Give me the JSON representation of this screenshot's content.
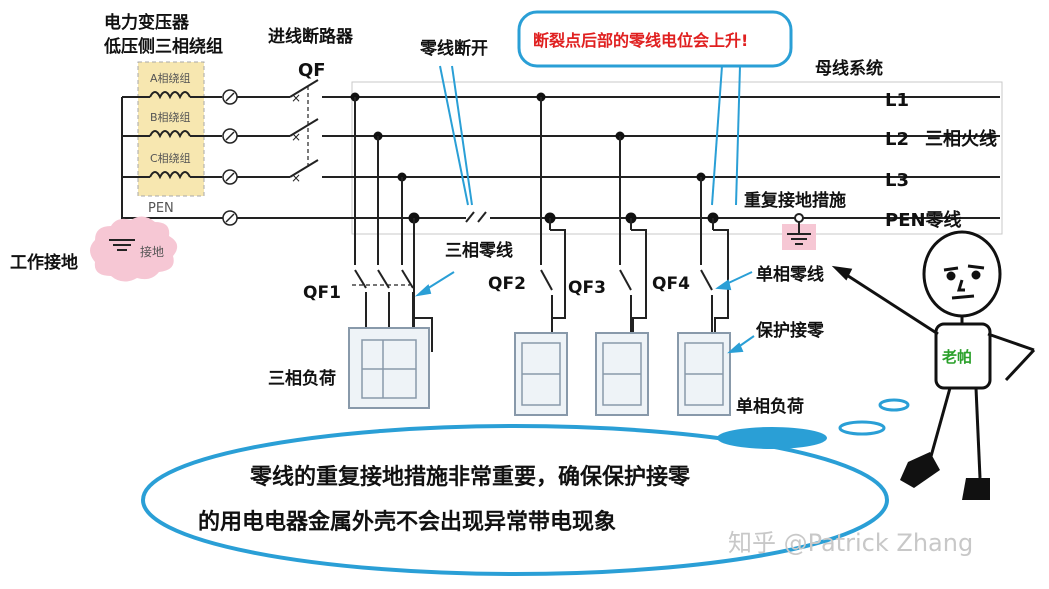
{
  "labels": {
    "transformer_title_1": "电力变压器",
    "transformer_title_2": "低压侧三相绕组",
    "winding_a": "A相绕组",
    "winding_b": "B相绕组",
    "winding_c": "C相绕组",
    "pen_small": "PEN",
    "work_ground": "工作接地",
    "ground_blob": "接地",
    "incoming_breaker": "进线断路器",
    "qf": "QF",
    "neutral_break": "零线断开",
    "callout": "断裂点后部的零线电位会上升!",
    "bus_system": "母线系统",
    "l1": "L1",
    "l2": "L2",
    "three_phase_live": "三相火线",
    "l3": "L3",
    "repeat_ground": "重复接地措施",
    "pen_neutral": "PEN零线",
    "three_phase_neutral": "三相零线",
    "qf1": "QF1",
    "qf2": "QF2",
    "qf3": "QF3",
    "qf4": "QF4",
    "single_phase_neutral": "单相零线",
    "protective_neutral": "保护接零",
    "three_phase_load": "三相负荷",
    "single_phase_load": "单相负荷",
    "person_name": "老帕",
    "bubble_line1": "零线的重复接地措施非常重要，确保保护接零",
    "bubble_line2": "的用电电器金属外壳不会出现异常带电现象",
    "watermark": "知乎 @Patrick Zhang"
  },
  "colors": {
    "callout_text": "#e02020",
    "callout_border": "#2a9fd6",
    "bubble_border": "#2a9fd6",
    "winding_fill": "#f7e7b0",
    "ground_blob": "#f6c7d4",
    "person_label": "#2aa02a",
    "arrow": "#2a9fd6"
  }
}
